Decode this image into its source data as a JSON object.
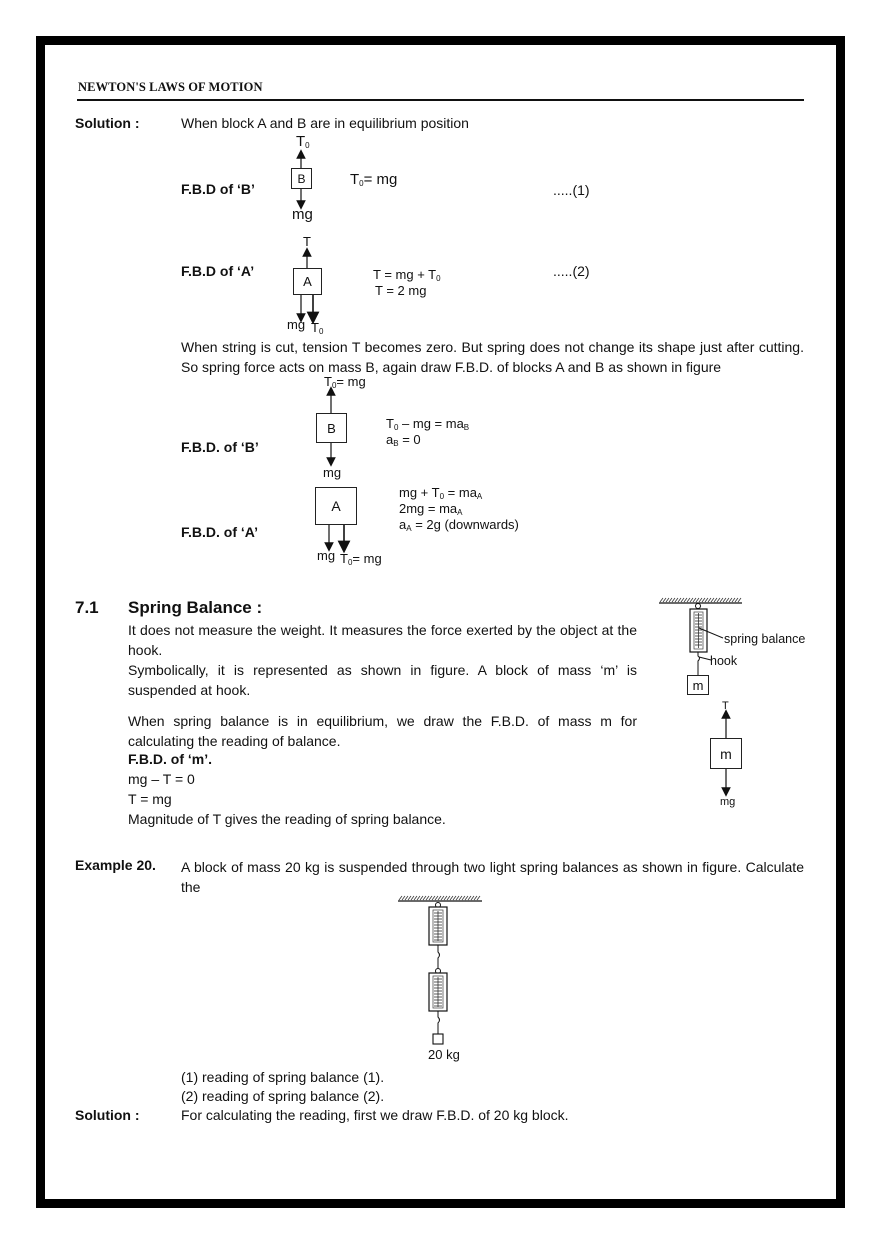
{
  "header": {
    "title": "NEWTON'S LAWS OF MOTION"
  },
  "solution1": {
    "label": "Solution :",
    "intro": "When block A and B are in equilibrium position",
    "fbd_b": {
      "label": "F.B.D of ‘B’",
      "block": "B",
      "up_force": "T",
      "up_force_sub": "0",
      "down_force": "mg",
      "eq_lhs": "T",
      "eq_sub": "0",
      "eq_rhs": "= mg",
      "eq_number": ".....(1)"
    },
    "fbd_a": {
      "label": "F.B.D of ‘A’",
      "block": "A",
      "up_force": "T",
      "down_force_1": "mg",
      "down_force_2": "T",
      "down_force_2_sub": "0",
      "eq1_lhs": "T = mg + T",
      "eq1_sub": "0",
      "eq2": "T = 2 mg",
      "eq_number": ".....(2)"
    },
    "cut_paragraph": "When string is cut, tension T becomes zero. But spring does not change its shape just after cutting. So spring force acts on mass B, again draw F.B.D. of blocks A and B as shown in figure",
    "fbd_b2": {
      "label": "F.B.D. of ‘B’",
      "block": "B",
      "up_force": "T",
      "up_force_sub": "0",
      "up_force_rhs": "= mg",
      "down_force": "mg",
      "eq1_a": "T",
      "eq1_a_sub": "0",
      "eq1_b": " – mg = ma",
      "eq1_b_sub": "B",
      "eq2_a": "a",
      "eq2_a_sub": "B",
      "eq2_b": " = 0"
    },
    "fbd_a2": {
      "label": "F.B.D. of ‘A’",
      "block": "A",
      "down_force_1": "mg",
      "down_force_2": "T",
      "down_force_2_sub": "0",
      "down_force_2_rhs": "= mg",
      "eq1_a": "mg + T",
      "eq1_a_sub": "0",
      "eq1_b": " = ma",
      "eq1_b_sub": "A",
      "eq2_a": "2mg = ma",
      "eq2_a_sub": "A",
      "eq3_a": "a",
      "eq3_a_sub": "A",
      "eq3_b": " = 2g (downwards)"
    }
  },
  "section71": {
    "number": "7.1",
    "title": "Spring Balance :",
    "para1": "It does not measure the weight. It measures the force exerted by the object at the hook.",
    "para2": "Symbolically, it is represented as shown in figure. A block of mass ‘m’ is suspended at hook.",
    "para3": "When spring balance is in equilibrium, we draw the F.B.D. of mass m for calculating the reading of balance.",
    "fbd_label": "F.B.D. of ‘m’.",
    "eq1": "mg – T = 0",
    "eq2": "T = mg",
    "conclusion": "Magnitude of T gives the reading of spring balance.",
    "figure": {
      "spring_label": "spring balance",
      "hook_label": "hook",
      "block": "m",
      "fbd_block": "m",
      "fbd_up": "T",
      "fbd_down": "mg"
    }
  },
  "example20": {
    "label": "Example 20.",
    "text": "A block of mass 20 kg is suspended through two light spring balances as shown in figure. Calculate the",
    "figure_mass": "20 kg",
    "items": [
      "(1) reading of spring balance (1).",
      "(2) reading of spring balance (2)."
    ],
    "solution_label": "Solution :",
    "solution_text": "For calculating the reading, first we draw F.B.D. of 20 kg block."
  }
}
